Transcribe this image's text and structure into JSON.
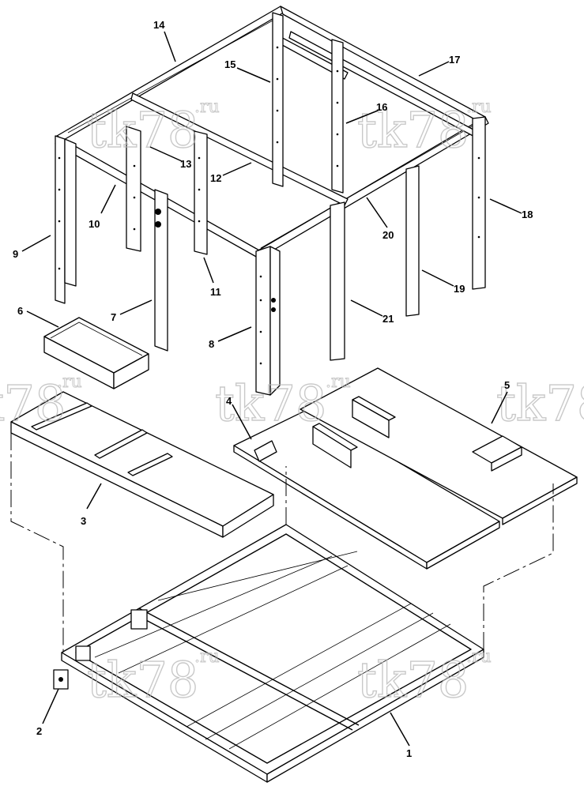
{
  "watermark": {
    "main": "tk78",
    "suffix": ".ru"
  },
  "callouts": [
    {
      "id": "c1",
      "label": "1"
    },
    {
      "id": "c2",
      "label": "2"
    },
    {
      "id": "c3",
      "label": "3"
    },
    {
      "id": "c4",
      "label": "4"
    },
    {
      "id": "c5",
      "label": "5"
    },
    {
      "id": "c6",
      "label": "6"
    },
    {
      "id": "c7",
      "label": "7"
    },
    {
      "id": "c8",
      "label": "8"
    },
    {
      "id": "c9",
      "label": "9"
    },
    {
      "id": "c10",
      "label": "10"
    },
    {
      "id": "c11",
      "label": "11"
    },
    {
      "id": "c12",
      "label": "12"
    },
    {
      "id": "c13",
      "label": "13"
    },
    {
      "id": "c14",
      "label": "14"
    },
    {
      "id": "c15",
      "label": "15"
    },
    {
      "id": "c16",
      "label": "16"
    },
    {
      "id": "c17",
      "label": "17"
    },
    {
      "id": "c18",
      "label": "18"
    },
    {
      "id": "c19",
      "label": "19"
    },
    {
      "id": "c20",
      "label": "20"
    },
    {
      "id": "c21",
      "label": "21"
    }
  ]
}
